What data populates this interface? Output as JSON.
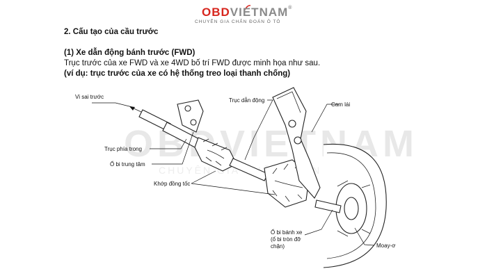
{
  "logo": {
    "brand_obd": "OBD",
    "brand_viet": "VIETNAM",
    "registered": "®",
    "tagline": "CHUYÊN GIA CHẨN ĐOÁN Ô TÔ"
  },
  "section": {
    "title": "2.  Cấu tạo của cầu trước",
    "subtitle": "(1) Xe dẫn động bánh trước (FWD)",
    "description": "Trục trước của xe FWD và xe 4WD bố trí FWD được minh họa như sau.",
    "example_note": "(ví dụ: trục trước của xe có hệ thống treo loại thanh chống)"
  },
  "watermark": {
    "brand": "OBDVIETNAM",
    "tagline": "CHUYÊN GIA CHẨN ĐOÁN Ô TÔ"
  },
  "diagram_labels": {
    "differential": "Vi sai trước",
    "drive_shaft": "Trục dẫn động",
    "knuckle": "Cam lái",
    "inner_shaft": "Trục phía trong",
    "center_bearing": "Ổ bi trung tâm",
    "cv_joint": "Khớp đồng tốc",
    "wheel_bearing_1": "Ổ bi bánh xe",
    "wheel_bearing_2": "(ổ bi tròn đỡ",
    "wheel_bearing_3": "chặn)",
    "hub": "Moay-ơ"
  },
  "colors": {
    "brand_red": "#d7261e",
    "brand_gray": "#8a8a8a",
    "text": "#111111",
    "watermark": "#e8e8e8"
  }
}
